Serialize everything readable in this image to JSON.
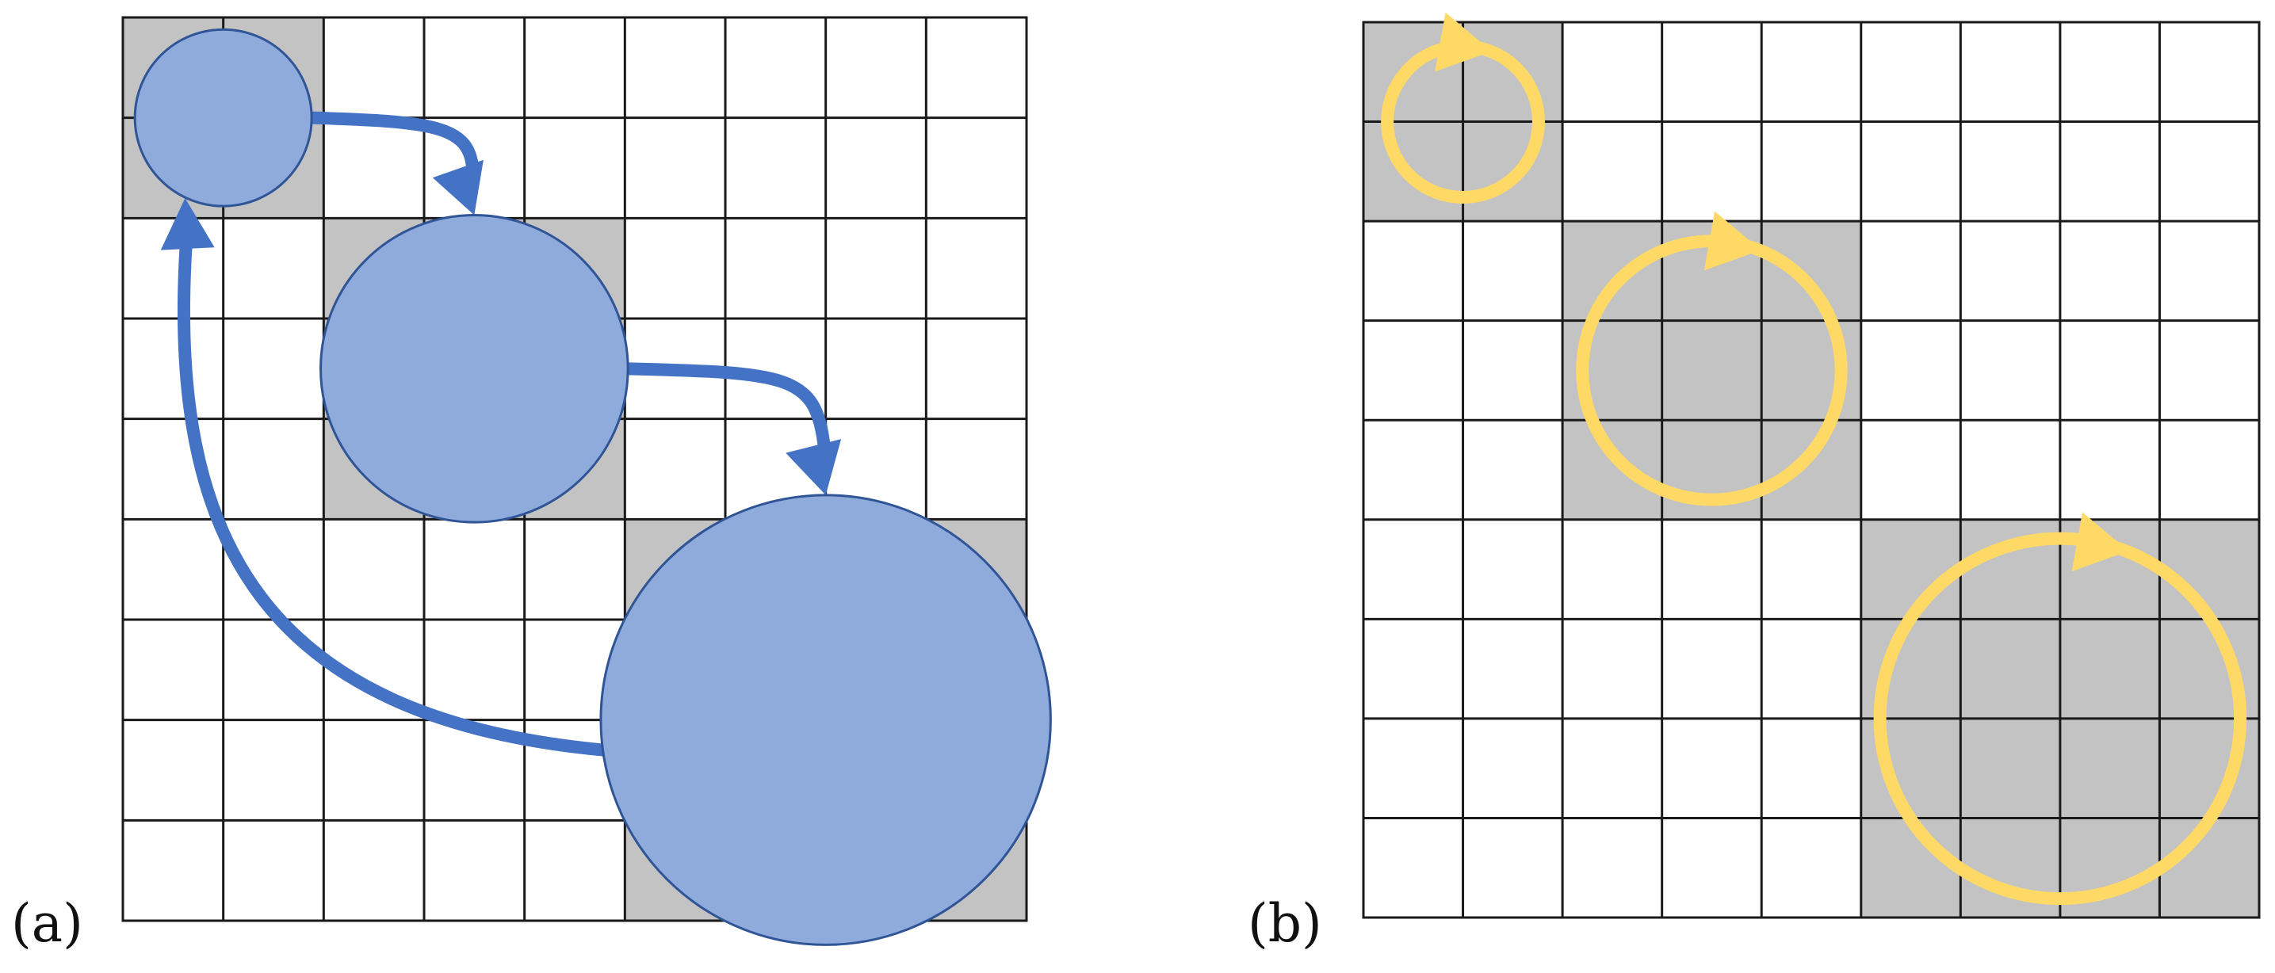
{
  "panels": [
    {
      "label": "(a)",
      "grid": {
        "rows": 9,
        "cols": 9
      },
      "blocks": [
        {
          "start": 0,
          "size": 2
        },
        {
          "start": 2,
          "size": 3
        },
        {
          "start": 5,
          "size": 4
        }
      ],
      "style": "transfer",
      "colors": {
        "block": "#c3c3c3",
        "node_fill": "#8eabdc",
        "node_stroke": "#2f5597",
        "arrow": "#4472c4"
      },
      "transfers": [
        {
          "from": 0,
          "to": 1
        },
        {
          "from": 1,
          "to": 2
        },
        {
          "from": 2,
          "to": 0
        }
      ]
    },
    {
      "label": "(b)",
      "grid": {
        "rows": 9,
        "cols": 9
      },
      "blocks": [
        {
          "start": 0,
          "size": 2
        },
        {
          "start": 2,
          "size": 3
        },
        {
          "start": 5,
          "size": 4
        }
      ],
      "style": "self-loop",
      "colors": {
        "block": "#c3c3c3",
        "loop": "#ffd966"
      }
    }
  ]
}
